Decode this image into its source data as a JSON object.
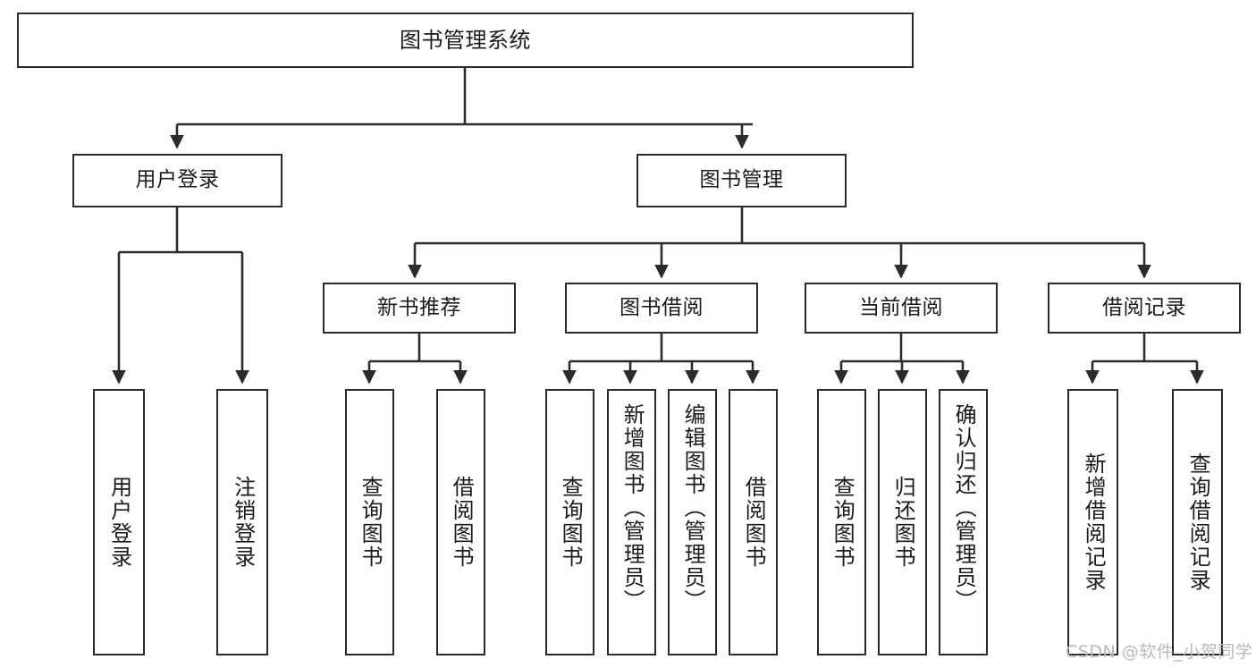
{
  "diagram": {
    "title": "图书管理系统",
    "type": "tree",
    "background": "#ffffff",
    "node_border_color": "#2b2b2b",
    "node_fill_color": "#ffffff",
    "edge_color": "#2b2b2b",
    "watermark_color": "#b9b9b9"
  },
  "watermark": {
    "text": "CSDN @软件_小贺同学"
  },
  "nodes": {
    "root": {
      "label": "图书管理系统"
    },
    "level2": [
      {
        "label": "用户登录"
      },
      {
        "label": "图书管理"
      }
    ],
    "level3": [
      {
        "label": "新书推荐"
      },
      {
        "label": "图书借阅"
      },
      {
        "label": "当前借阅"
      },
      {
        "label": "借阅记录"
      }
    ],
    "leaves_user_login": [
      {
        "label": "用户登录"
      },
      {
        "label": "注销登录"
      }
    ],
    "leaves_new_book": [
      {
        "label": "查询图书"
      },
      {
        "label": "借阅图书"
      }
    ],
    "leaves_borrow": [
      {
        "label": "查询图书"
      },
      {
        "label": "新增图书（管理员）"
      },
      {
        "label": "编辑图书（管理员）"
      },
      {
        "label": "借阅图书"
      }
    ],
    "leaves_current": [
      {
        "label": "查询图书"
      },
      {
        "label": "归还图书"
      },
      {
        "label": "确认归还（管理员）"
      }
    ],
    "leaves_records": [
      {
        "label": "新增借阅记录"
      },
      {
        "label": "查询借阅记录"
      }
    ]
  },
  "chart_data": {
    "type": "tree",
    "title": "图书管理系统",
    "edges": [
      [
        "图书管理系统",
        "用户登录"
      ],
      [
        "图书管理系统",
        "图书管理"
      ],
      [
        "用户登录",
        "用户登录"
      ],
      [
        "用户登录",
        "注销登录"
      ],
      [
        "图书管理",
        "新书推荐"
      ],
      [
        "图书管理",
        "图书借阅"
      ],
      [
        "图书管理",
        "当前借阅"
      ],
      [
        "图书管理",
        "借阅记录"
      ],
      [
        "新书推荐",
        "查询图书"
      ],
      [
        "新书推荐",
        "借阅图书"
      ],
      [
        "图书借阅",
        "查询图书"
      ],
      [
        "图书借阅",
        "新增图书（管理员）"
      ],
      [
        "图书借阅",
        "编辑图书（管理员）"
      ],
      [
        "图书借阅",
        "借阅图书"
      ],
      [
        "当前借阅",
        "查询图书"
      ],
      [
        "当前借阅",
        "归还图书"
      ],
      [
        "当前借阅",
        "确认归还（管理员）"
      ],
      [
        "借阅记录",
        "新增借阅记录"
      ],
      [
        "借阅记录",
        "查询借阅记录"
      ]
    ]
  }
}
